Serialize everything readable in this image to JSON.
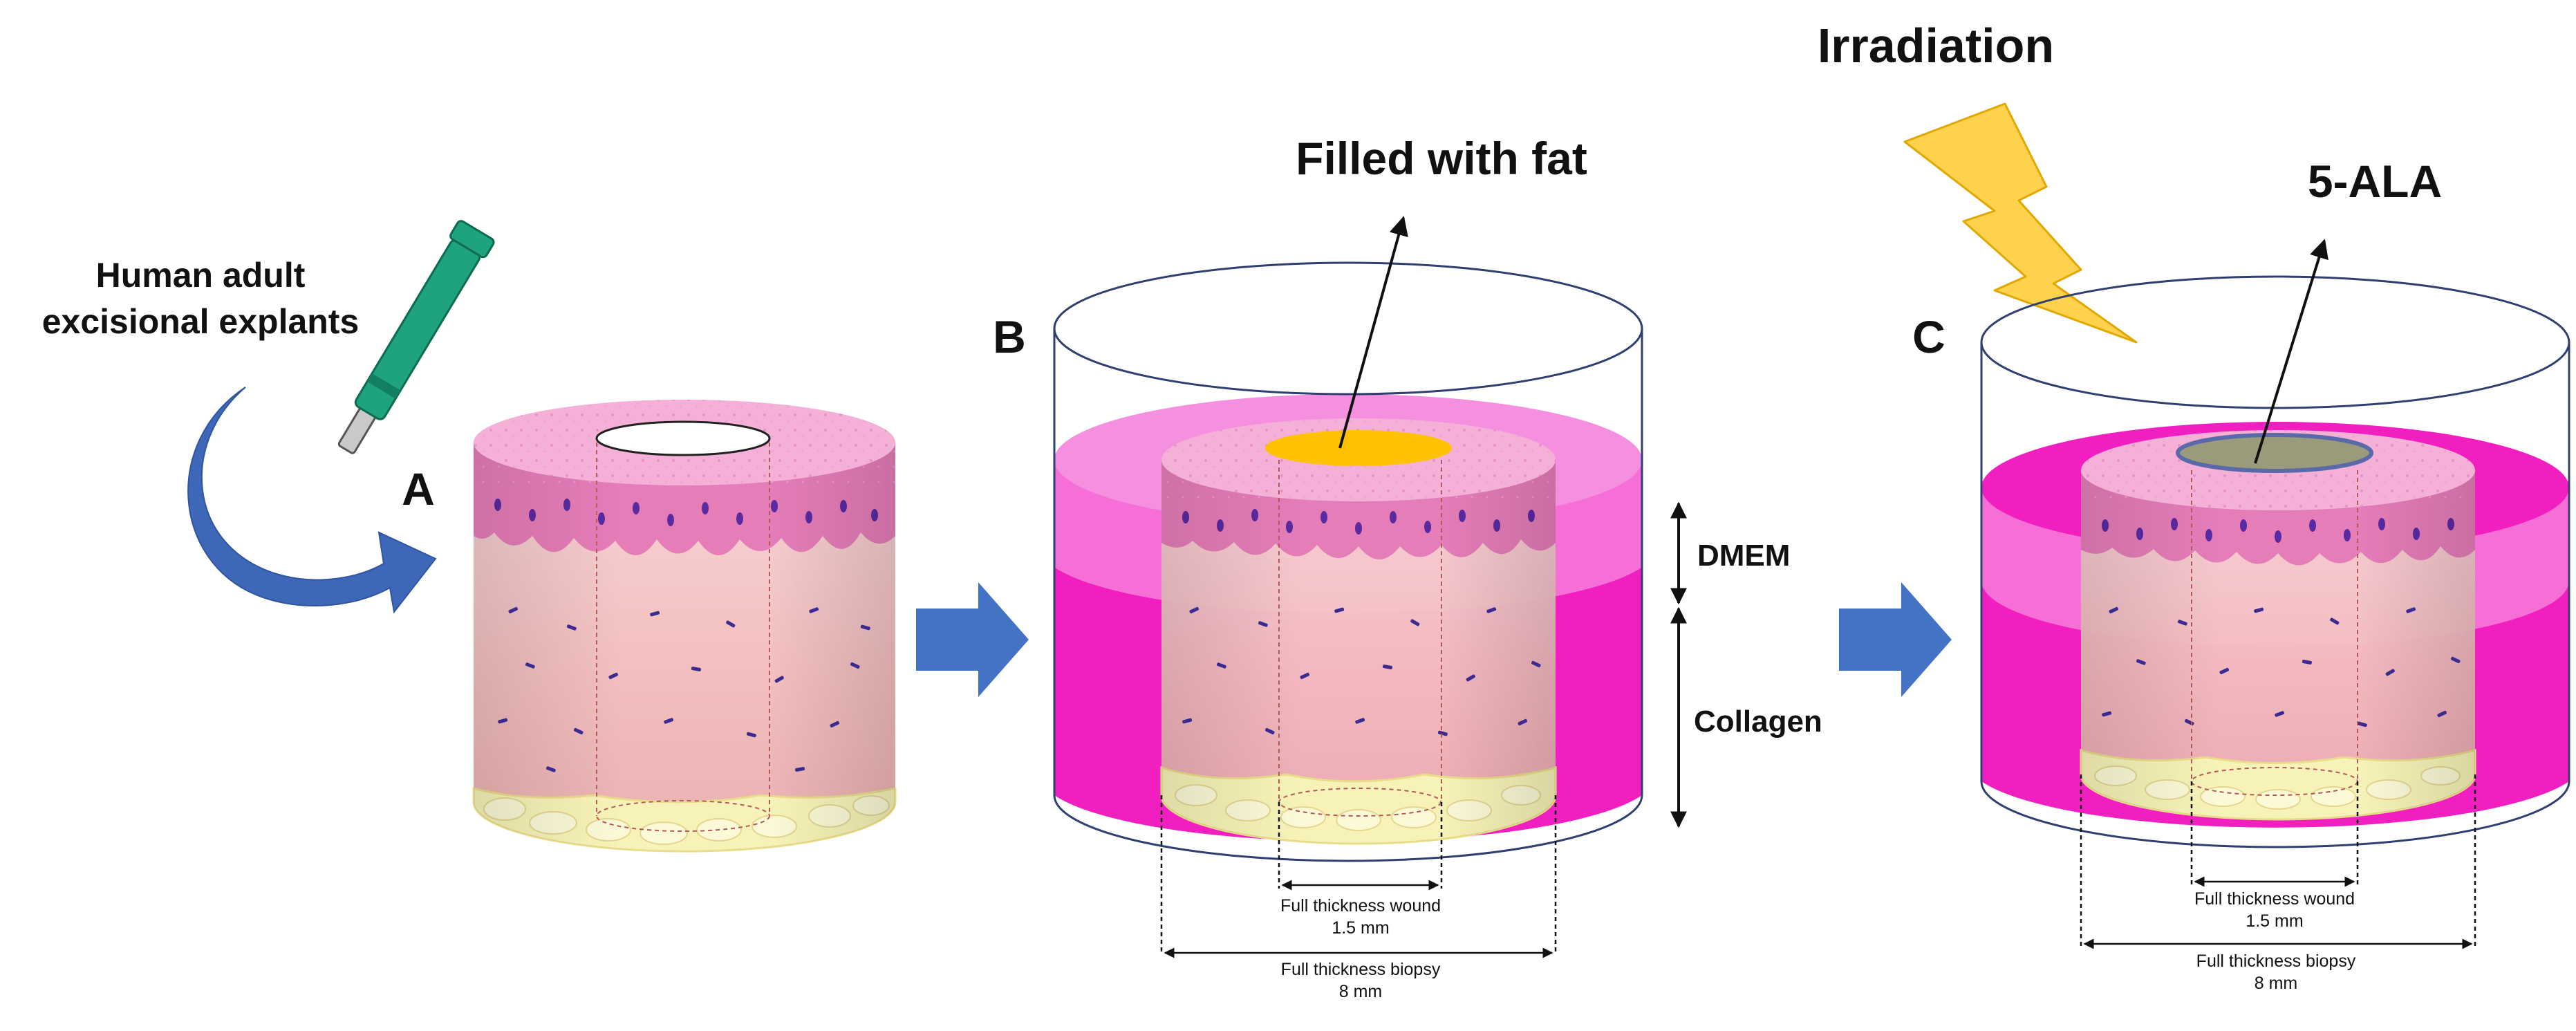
{
  "labels": {
    "explants": [
      "Human adult",
      "excisional explants"
    ],
    "panel_a": "A",
    "panel_b": "B",
    "panel_c": "C",
    "filled_with_fat": "Filled with fat",
    "irradiation": "Irradiation",
    "ala": "5-ALA",
    "dmem": "DMEM",
    "collagen": "Collagen",
    "b_wound": [
      "Full thickness wound",
      "1.5 mm"
    ],
    "b_biopsy": [
      "Full thickness biopsy",
      "8 mm"
    ],
    "c_wound": [
      "Full thickness wound",
      "1.5 mm"
    ],
    "c_biopsy": [
      "Full thickness biopsy",
      "8 mm"
    ]
  },
  "colors": {
    "dermis": "#f2c4c4",
    "epidermis": "#e878b8",
    "top_skin": "#f5b0d8",
    "fat": "#f7f3b8",
    "dmem": "#f56fd6",
    "collagen": "#f21fc0",
    "fat_fill": "#ffc200",
    "ala_fill": "#9a9b7a",
    "ala_ring": "#5a6aa8",
    "arrow": "#4472c4",
    "bolt": "#ffd24d",
    "punch": "#1fa37f",
    "cell": "#3b2a90"
  }
}
